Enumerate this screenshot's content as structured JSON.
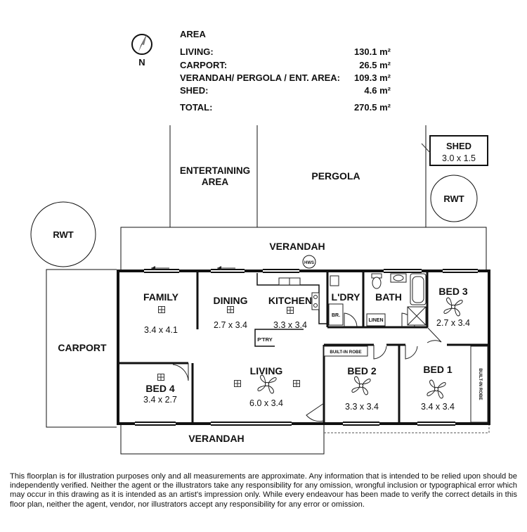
{
  "compass": {
    "label": "N"
  },
  "area_table": {
    "heading": "AREA",
    "rows": [
      {
        "label": "LIVING:",
        "value": "130.1 m²"
      },
      {
        "label": "CARPORT:",
        "value": "26.5 m²"
      },
      {
        "label": "VERANDAH/ PERGOLA / ENT. AREA:",
        "value": "109.3 m²"
      },
      {
        "label": "SHED:",
        "value": "4.6 m²"
      }
    ],
    "total": {
      "label": "TOTAL:",
      "value": "270.5 m²"
    }
  },
  "zones": {
    "entertaining_line1": "ENTERTAINING",
    "entertaining_line2": "AREA",
    "pergola": "PERGOLA",
    "shed": "SHED",
    "shed_size": "3.0 x 1.5",
    "rwt_left": "RWT",
    "rwt_right": "RWT",
    "verandah_top": "VERANDAH",
    "verandah_bottom": "VERANDAH",
    "carport": "CARPORT",
    "hws": "HWS"
  },
  "rooms": {
    "family": {
      "name": "FAMILY",
      "size": "3.4 x 4.1"
    },
    "dining": {
      "name": "DINING",
      "size": "2.7 x 3.4"
    },
    "kitchen": {
      "name": "KITCHEN",
      "size": "3.3 x 3.4"
    },
    "laundry": {
      "name": "L'DRY"
    },
    "bath": {
      "name": "BATH"
    },
    "bed3": {
      "name": "BED 3",
      "size": "2.7 x 3.4"
    },
    "bed4": {
      "name": "BED 4",
      "size": "3.4 x 2.7"
    },
    "living": {
      "name": "LIVING",
      "size": "6.0 x 3.4"
    },
    "bed2": {
      "name": "BED 2",
      "size": "3.3 x 3.4"
    },
    "bed1": {
      "name": "BED 1",
      "size": "3.4 x 3.4"
    }
  },
  "fixtures": {
    "pantry": "P'TRY",
    "broom": "BR.",
    "linen": "LINEN",
    "robe_bed2": "BUILT-IN ROBE",
    "robe_bed1": "BUILT-IN ROBE"
  },
  "disclaimer": "This floorplan is for illustration purposes only and all measurements are approximate. Any information that is intended to be relied upon should be independently verified. Neither the agent or the illustrators take any responsibility for any omission, wrongful inclusion or typographical error which may occur in this drawing as it is intended as an artist's impression only. While every endeavour has been made to verify the correct details in this floor plan, neither the agent, vendor, nor illustrators accept any responsibility for any error or omission."
}
